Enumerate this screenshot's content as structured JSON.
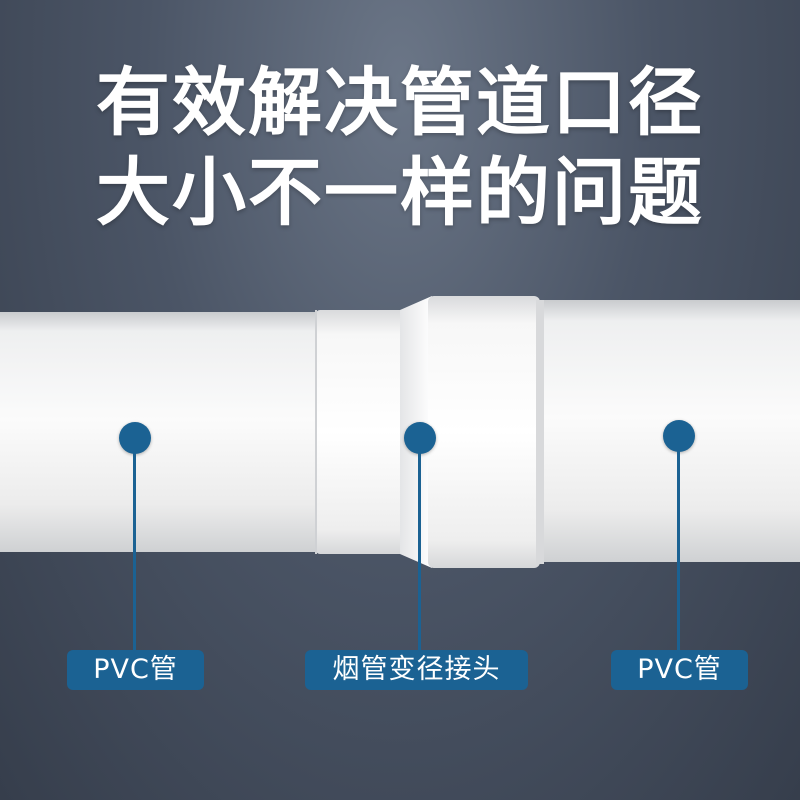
{
  "headline": {
    "line1": "有效解决管道口径",
    "line2": "大小不一样的问题"
  },
  "colors": {
    "accent": "#1b6293",
    "text_on_accent": "#ffffff",
    "pipe": "#f2f2f2",
    "background": "#4b5566"
  },
  "callouts": [
    {
      "label": "PVC管"
    },
    {
      "label": "烟管变径接头"
    },
    {
      "label": "PVC管"
    }
  ]
}
